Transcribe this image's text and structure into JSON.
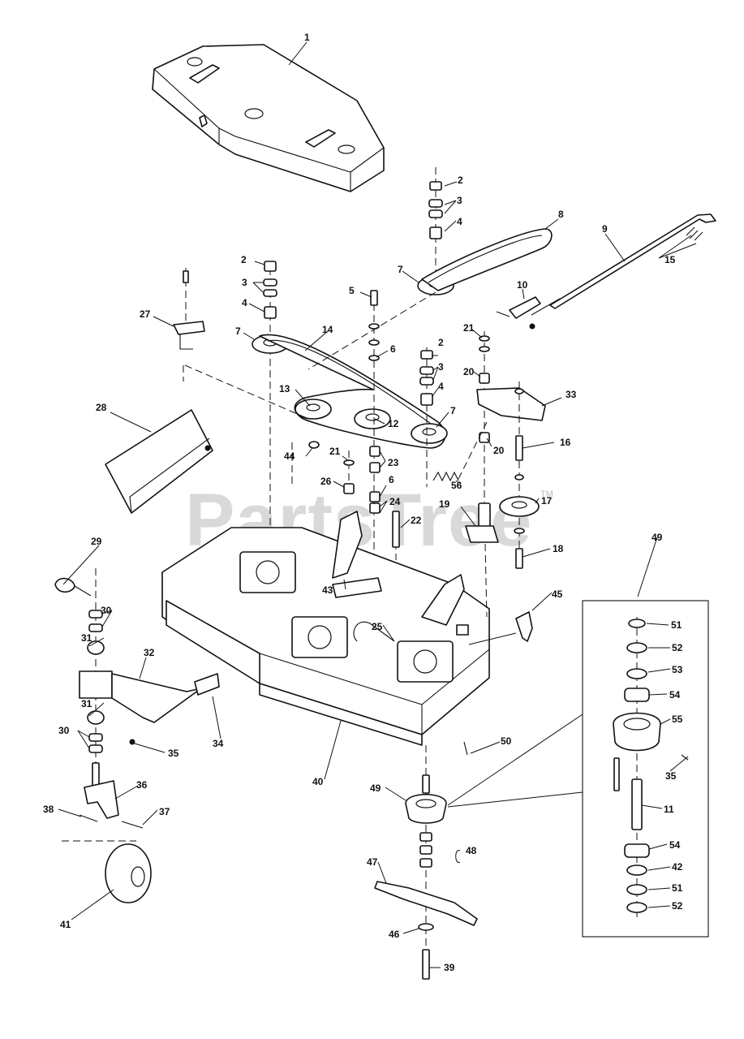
{
  "watermark": {
    "text": "PartsTree",
    "trademark": "TM"
  },
  "callouts": {
    "c1": "1",
    "c2a": "2",
    "c2b": "2",
    "c2c": "2",
    "c3a": "3",
    "c3b": "3",
    "c3c": "3",
    "c4a": "4",
    "c4b": "4",
    "c4c": "4",
    "c5": "5",
    "c6a": "6",
    "c6b": "6",
    "c7a": "7",
    "c7b": "7",
    "c7c": "7",
    "c8": "8",
    "c9": "9",
    "c10": "10",
    "c11": "11",
    "c12": "12",
    "c13": "13",
    "c14": "14",
    "c15": "15",
    "c16": "16",
    "c17": "17",
    "c18": "18",
    "c19": "19",
    "c20a": "20",
    "c20b": "20",
    "c21a": "21",
    "c21b": "21",
    "c22": "22",
    "c23": "23",
    "c24": "24",
    "c25": "25",
    "c26": "26",
    "c27": "27",
    "c28": "28",
    "c29": "29",
    "c30a": "30",
    "c30b": "30",
    "c31a": "31",
    "c31b": "31",
    "c32": "32",
    "c33": "33",
    "c34": "34",
    "c35a": "35",
    "c35b": "35",
    "c36": "36",
    "c37": "37",
    "c38": "38",
    "c39": "39",
    "c40": "40",
    "c41": "41",
    "c42": "42",
    "c43": "43",
    "c44": "44",
    "c45": "45",
    "c46": "46",
    "c47": "47",
    "c48": "48",
    "c49a": "49",
    "c49b": "49",
    "c50": "50",
    "c51a": "51",
    "c51b": "51",
    "c52a": "52",
    "c52b": "52",
    "c53": "53",
    "c54a": "54",
    "c54b": "54",
    "c55": "55",
    "c56": "56"
  }
}
